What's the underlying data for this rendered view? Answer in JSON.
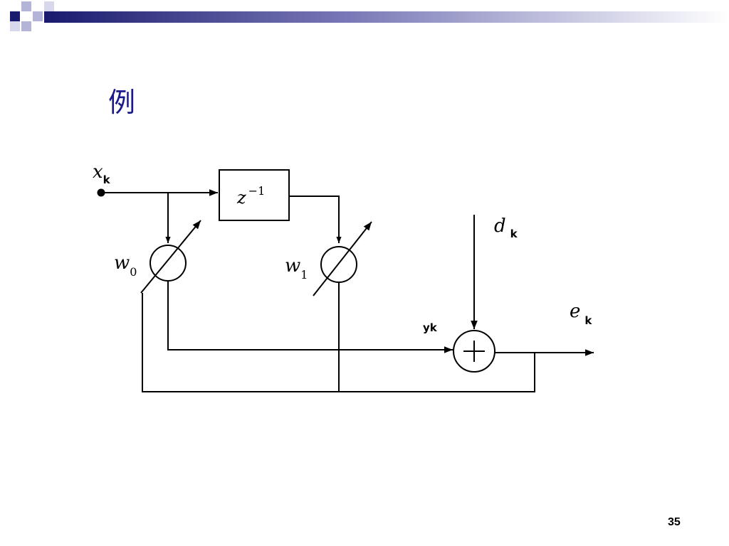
{
  "slide": {
    "title": "例",
    "page_number": "35"
  },
  "diagram": {
    "input_var": "x",
    "input_sub": "k",
    "delay_base": "z",
    "delay_exp": "−1",
    "weight0_var": "w",
    "weight0_sub": "0",
    "weight1_var": "w",
    "weight1_sub": "1",
    "desired_var": "d",
    "desired_sub": "k",
    "error_var": "e",
    "error_sub": "k",
    "output_label": "yk"
  },
  "colors": {
    "accent": "#1a1a8c",
    "header_dark": "#1a1a6e",
    "header_light": "#b4b4d8"
  }
}
